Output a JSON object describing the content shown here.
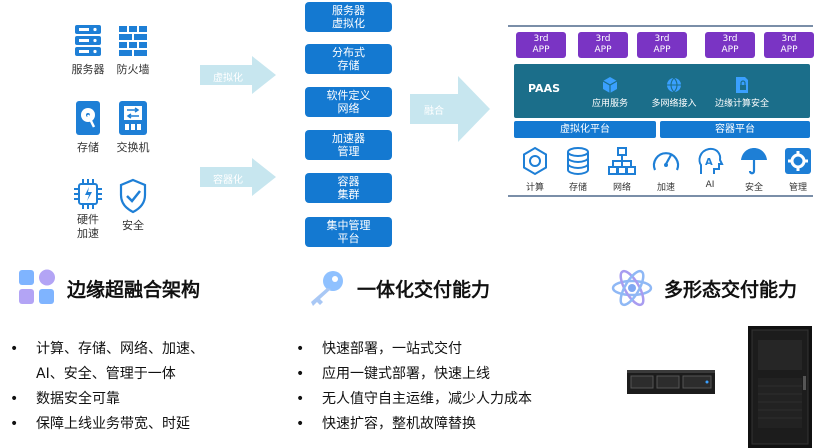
{
  "hardware": {
    "server": "服务器",
    "firewall": "防火墙",
    "storage": "存储",
    "switch": "交换机",
    "hw_accel_line1": "硬件",
    "hw_accel_line2": "加速",
    "security": "安全"
  },
  "arrows": {
    "virtualize": "虚拟化",
    "container": "容器化",
    "fuse": "融合"
  },
  "middle": {
    "b1_l1": "服务器",
    "b1_l2": "虚拟化",
    "b2_l1": "分布式",
    "b2_l2": "存储",
    "b3_l1": "软件定义",
    "b3_l2": "网络",
    "b4_l1": "加速器",
    "b4_l2": "管理",
    "b5_l1": "容器",
    "b5_l2": "集群",
    "b6_l1": "集中管理",
    "b6_l2": "平台"
  },
  "panel": {
    "app_sup": "3rd",
    "app_label": "APP",
    "paas_title": "PAAS",
    "svc_app": "应用服务",
    "svc_net": "多网络接入",
    "svc_edge": "边缘计算安全",
    "virt_platform": "虚拟化平台",
    "container_platform": "容器平台",
    "caps": [
      "计算",
      "存储",
      "网络",
      "加速",
      "AI",
      "安全",
      "管理"
    ]
  },
  "features": {
    "f1_title": "边缘超融合架构",
    "f2_title": "一体化交付能力",
    "f3_title": "多形态交付能力"
  },
  "bullets1": [
    "计算、存储、网络、加速、",
    "AI、安全、管理于一体",
    "数据安全可靠",
    "保障上线业务带宽、时延"
  ],
  "bullets2": [
    "快速部署，一站式交付",
    "应用一键式部署，快速上线",
    "无人值守自主运维，减少人力成本",
    "快速扩容，整机故障替换"
  ],
  "colors": {
    "blue": "#1479d1",
    "purple": "#7a34c4",
    "teal": "#1b6e8a",
    "arrow": "#c7e6ef"
  }
}
